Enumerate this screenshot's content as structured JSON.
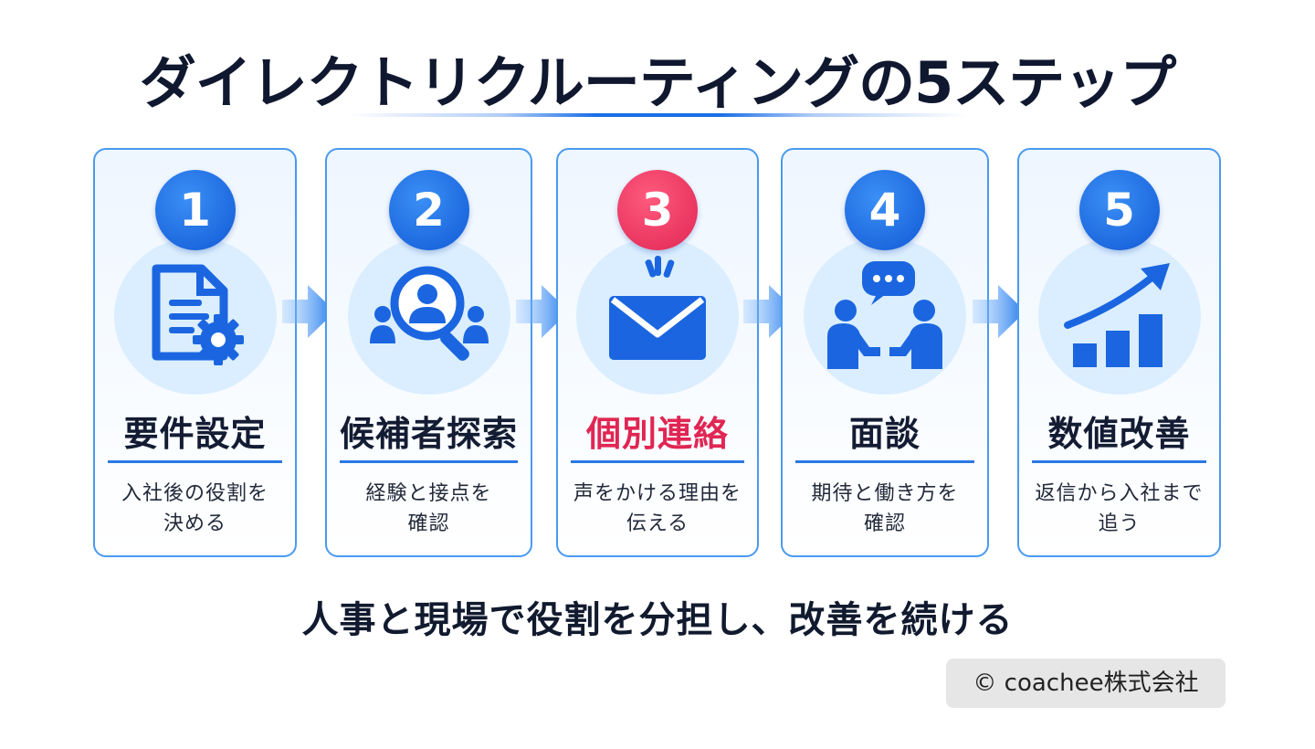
{
  "title": "ダイレクトリクルーティングの5ステップ",
  "steps": [
    {
      "number": "1",
      "title": "要件設定",
      "desc_line1": "入社後の役割を",
      "desc_line2": "決める",
      "icon": "document-gear-icon"
    },
    {
      "number": "2",
      "title": "候補者探索",
      "desc_line1": "経験と接点を",
      "desc_line2": "確認",
      "icon": "people-search-icon"
    },
    {
      "number": "3",
      "title": "個別連絡",
      "desc_line1": "声をかける理由を",
      "desc_line2": "伝える",
      "icon": "envelope-icon"
    },
    {
      "number": "4",
      "title": "面談",
      "desc_line1": "期待と働き方を",
      "desc_line2": "確認",
      "icon": "conversation-icon"
    },
    {
      "number": "5",
      "title": "数値改善",
      "desc_line1": "返信から入社まで",
      "desc_line2": "追う",
      "icon": "growth-chart-icon"
    }
  ],
  "tagline": "人事と現場で役割を分担し、改善を続ける",
  "credit": "© coachee株式会社",
  "colors": {
    "primary": "#1a6ee6",
    "accent": "#e02653",
    "halo": "#dbeeff",
    "text": "#111a2e"
  }
}
